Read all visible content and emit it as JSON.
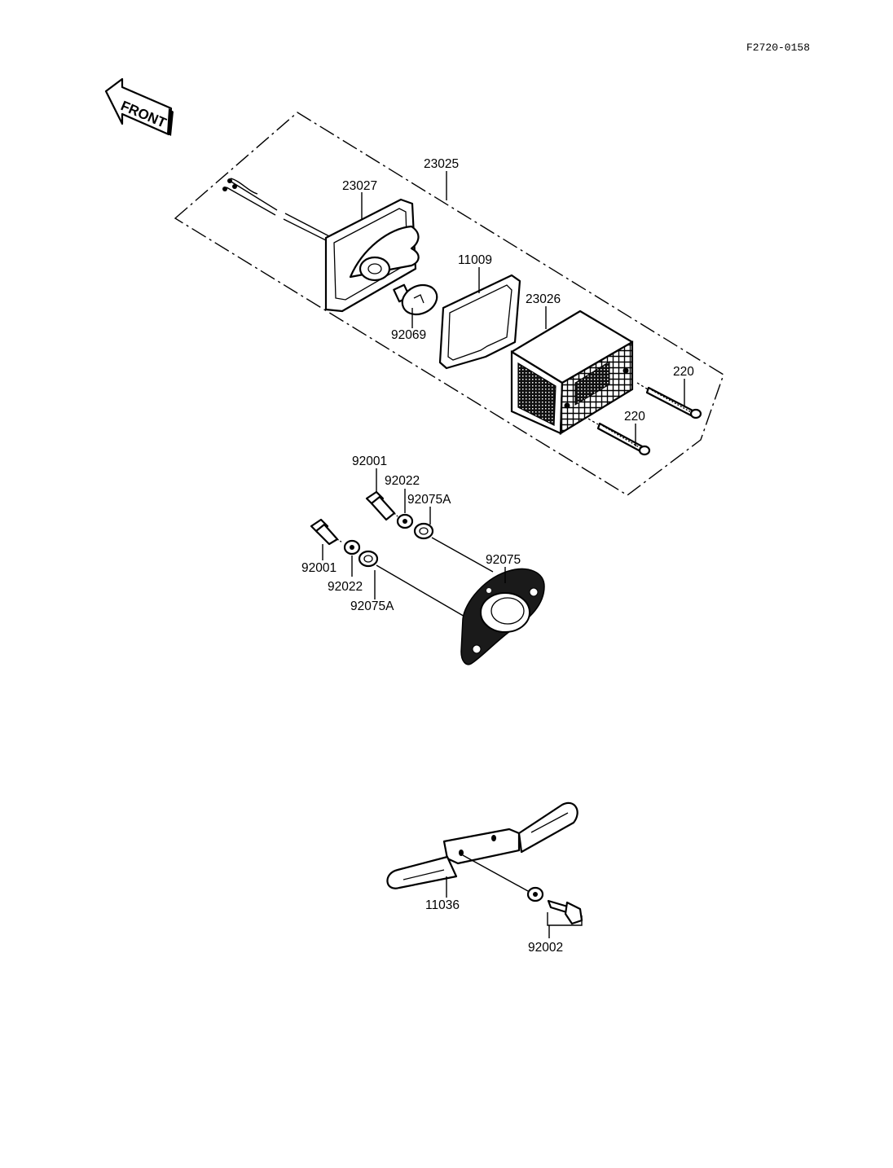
{
  "diagram_code": "F2720-0158",
  "front_arrow_text": "FRONT",
  "labels": {
    "tail_lamp_assy": "23025",
    "lamp_base": "23027",
    "gasket": "11009",
    "bulb": "92069",
    "lens": "23026",
    "screw_upper": "220",
    "screw_lower": "220",
    "bolt_upper": "92001",
    "washer_upper": "92022",
    "nut_upper": "92075A",
    "damper": "92075",
    "bolt_lower": "92001",
    "washer_lower": "92022",
    "nut_lower": "92075A",
    "license_bracket": "11036",
    "bracket_bolt": "92002"
  }
}
